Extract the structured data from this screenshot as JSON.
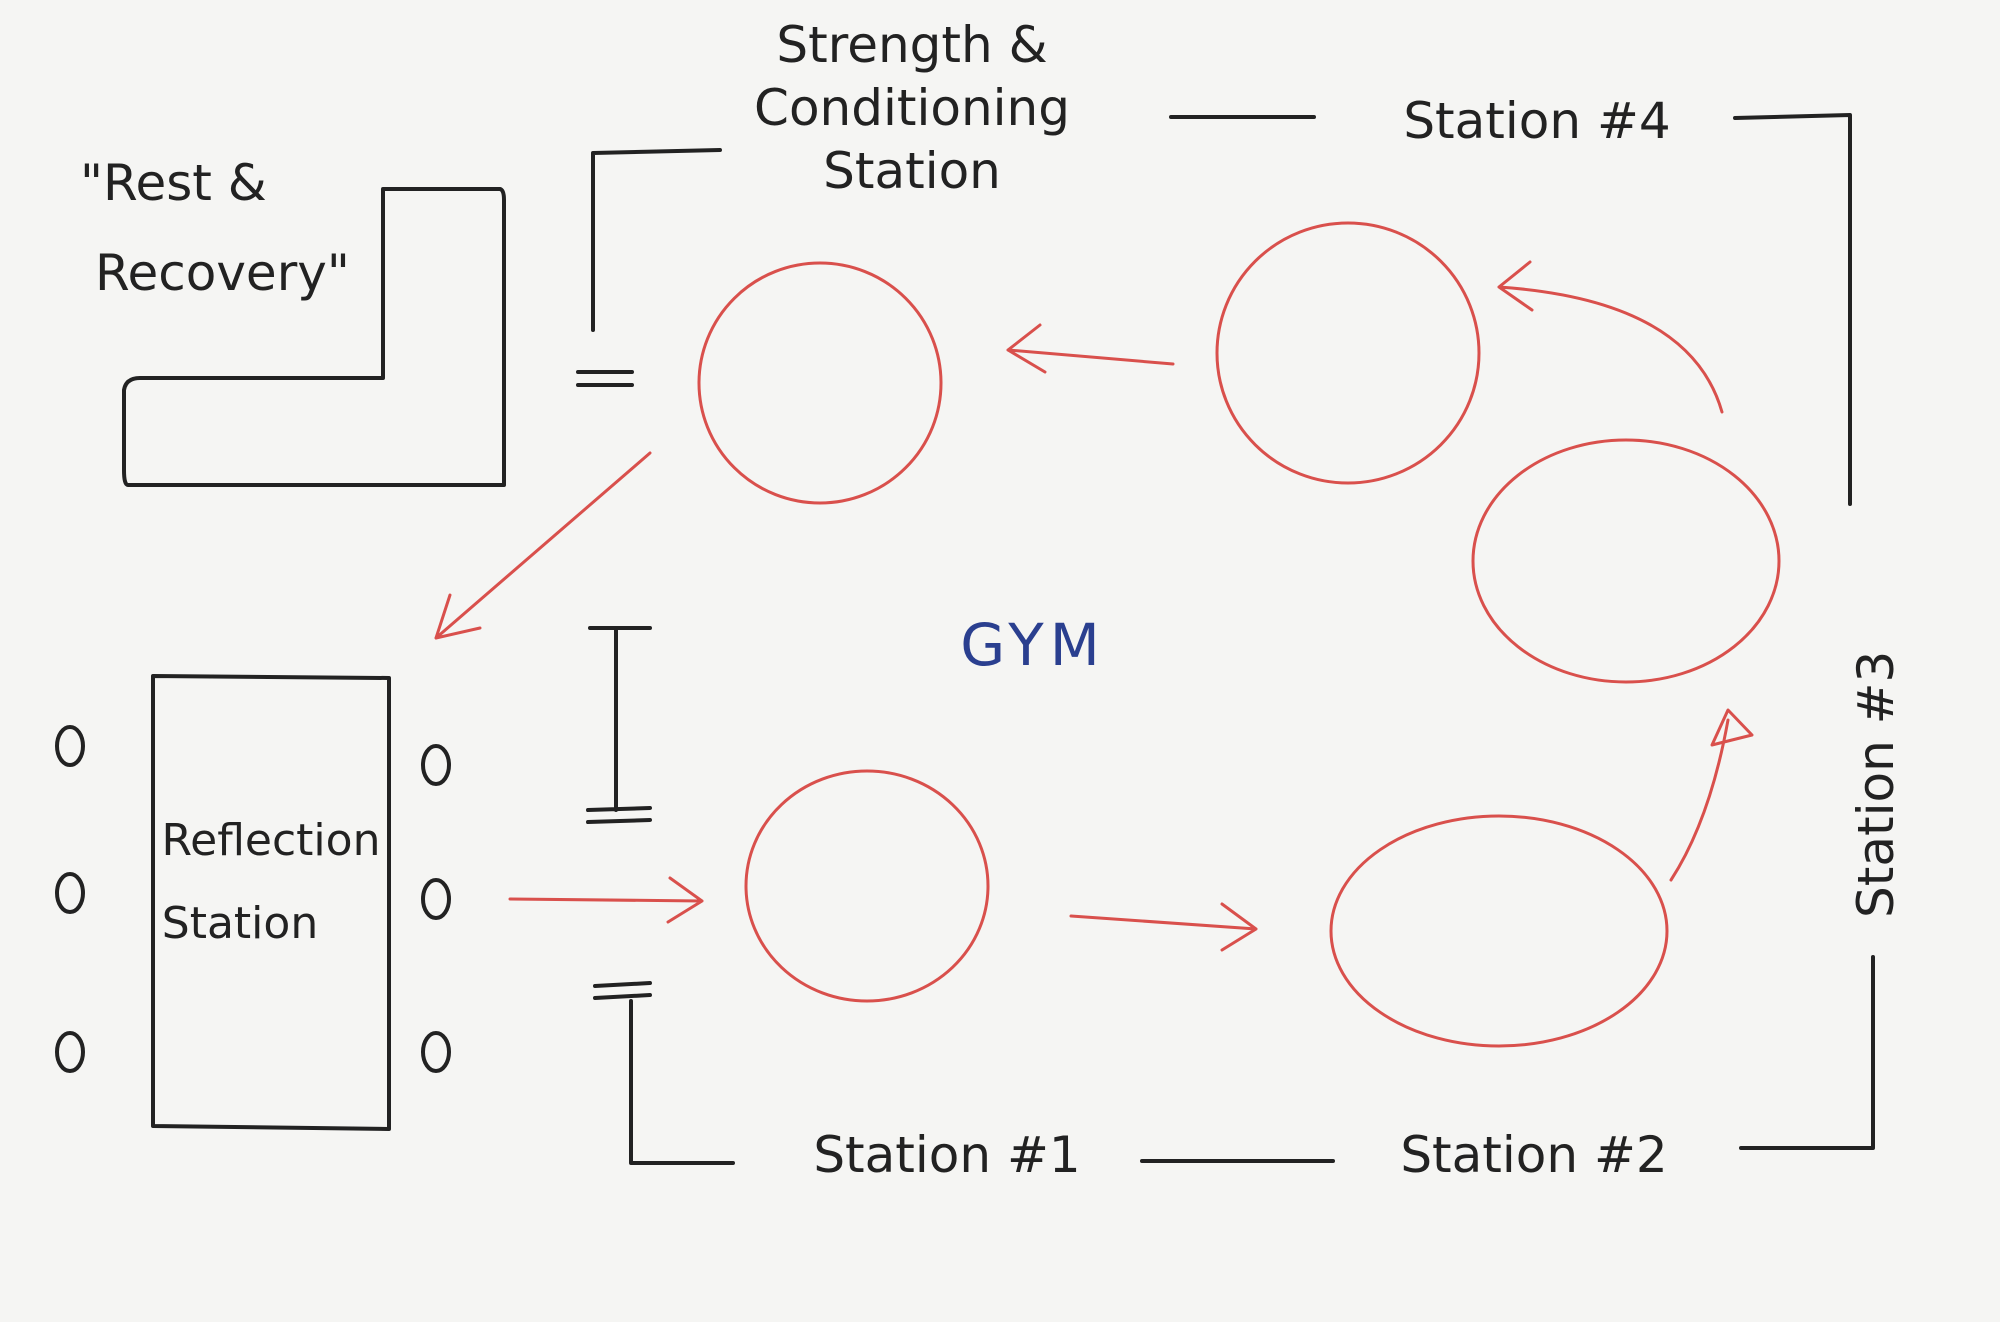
{
  "title": "GYM",
  "labels": {
    "rest_line1": "\"Rest &",
    "rest_line2": "Recovery\"",
    "strength_line1": "Strength &",
    "strength_line2": "Conditioning",
    "strength_line3": "Station",
    "station1": "Station #1",
    "station2": "Station #2",
    "station3": "Station #3",
    "station4": "Station #4",
    "reflection_line1": "Reflection",
    "reflection_line2": "Station"
  },
  "colors": {
    "ink": "#222222",
    "path": "#d9504c",
    "gym": "#2a3f8f"
  }
}
